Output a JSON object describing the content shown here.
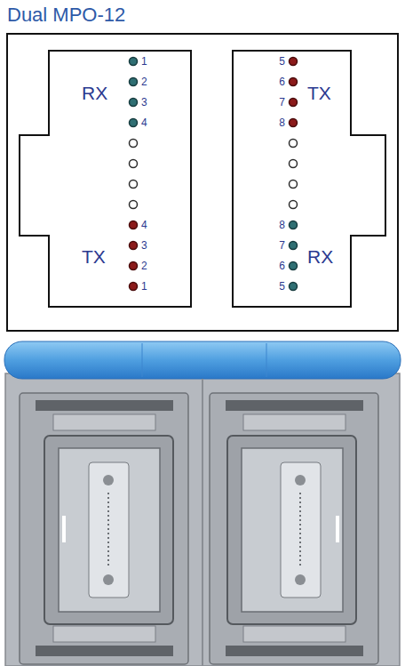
{
  "diagram": {
    "title": "Dual MPO-12",
    "nodes": [
      {
        "text": [
          "RX",
          "1",
          "2",
          "3",
          "4",
          "TX",
          "4",
          "3",
          "2",
          "1"
        ]
      },
      {
        "text": [
          "TX",
          "5",
          "6",
          "7",
          "8",
          "RX",
          "8",
          "7",
          "6",
          "5"
        ]
      }
    ]
  }
}
